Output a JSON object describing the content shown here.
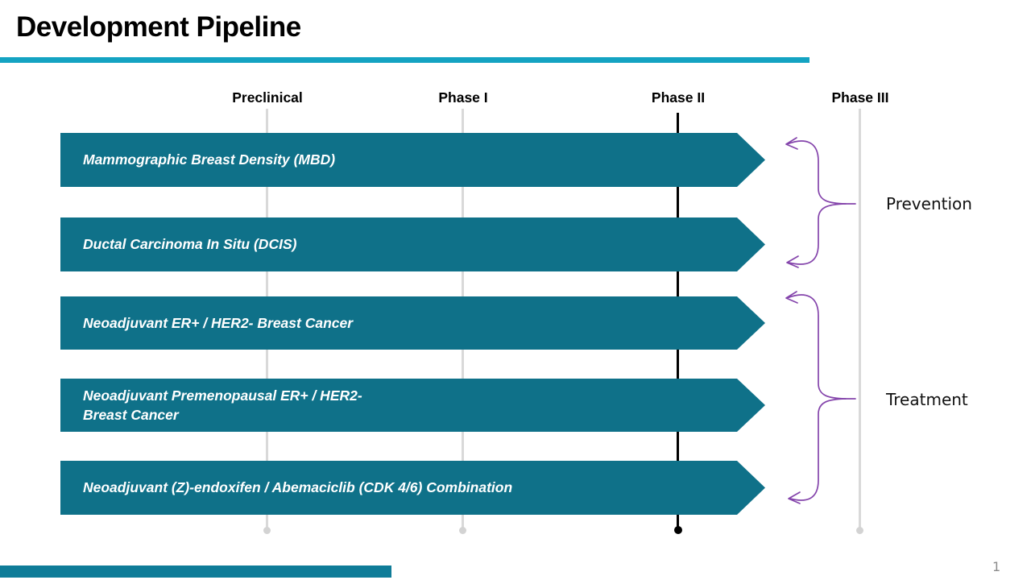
{
  "slide": {
    "title": "Development Pipeline",
    "page_number": "1"
  },
  "colors": {
    "accent_teal": "#14a3c2",
    "bar_teal": "#0f7189",
    "brace_purple": "#8444ab",
    "footer_teal": "#0f7c98",
    "gridline_gray": "#d9d9d9",
    "emphasis_black": "#000000"
  },
  "pipeline": {
    "phases": [
      {
        "label": "Preclinical"
      },
      {
        "label": "Phase I"
      },
      {
        "label": "Phase II"
      },
      {
        "label": "Phase III"
      }
    ],
    "items": [
      {
        "line1": "Mammographic Breast Density (MBD)",
        "line2": ""
      },
      {
        "line1": "Ductal Carcinoma In Situ (DCIS)",
        "line2": ""
      },
      {
        "line1": "Neoadjuvant ER+ / HER2- Breast Cancer",
        "line2": ""
      },
      {
        "line1": "Neoadjuvant Premenopausal ER+ / HER2-",
        "line2": "Breast Cancer"
      },
      {
        "line1": "Neoadjuvant (Z)-endoxifen / Abemaciclib (CDK 4/6) Combination",
        "line2": ""
      }
    ],
    "groups": [
      {
        "label": "Prevention"
      },
      {
        "label": "Treatment"
      }
    ]
  }
}
